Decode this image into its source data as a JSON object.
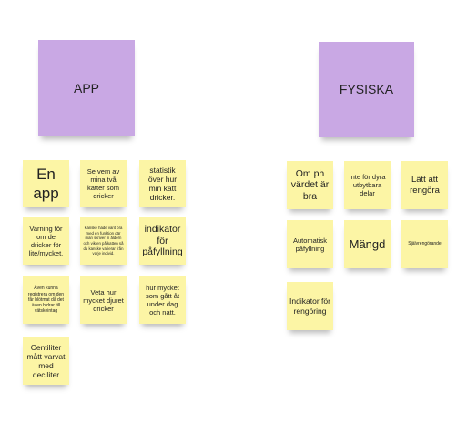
{
  "groups": {
    "app": {
      "header": "APP",
      "notes": [
        "En app",
        "Se vem av mina två katter som dricker",
        "statistik över hur min katt dricker.",
        "Varning för om de dricker för lite/mycket.",
        "Kanske hade varit bra med en funktion där man skriver in åldern och vikten på katten så du kanske varierar från varje individ.",
        "indikator för påfyllning",
        "Även kunna registrera om den får blötmat då det även bidrar till vätskeintag",
        "Veta hur mycket djuret dricker",
        "hur mycket som gått åt under dag och natt.",
        "Centiliter mått varvat med deciliter"
      ]
    },
    "fysiska": {
      "header": "FYSISKA",
      "notes": [
        "Om ph värdet är bra",
        "Inte för dyra utbytbara delar",
        "Lätt att rengöra",
        "Automatisk påfyllning",
        "Mängd",
        "Självrengörande",
        "Indikator för rengöring"
      ]
    }
  },
  "colors": {
    "header_note": "#c9a8e4",
    "sticky_note": "#fcf5a5"
  }
}
